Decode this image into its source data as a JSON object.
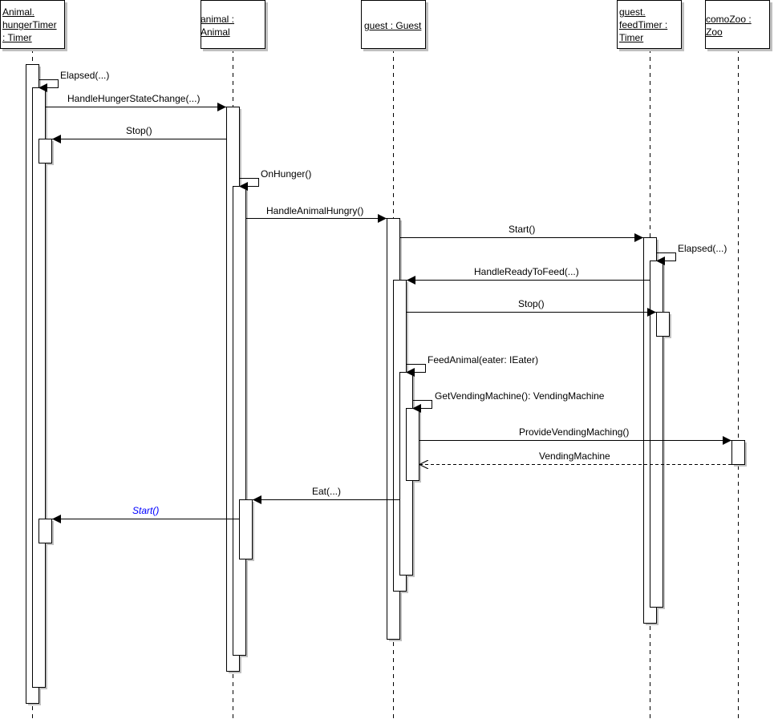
{
  "diagram": {
    "type": "UML sequence diagram",
    "colors": {
      "line": "#000000",
      "shadow": "#c0c0c0",
      "background": "#ffffff",
      "highlight_message": "#0000ff"
    },
    "lifelines": [
      {
        "id": "hungerTimer",
        "label": "Animal.\nhungerTimer\n: Timer"
      },
      {
        "id": "animal",
        "label": "animal :\nAnimal"
      },
      {
        "id": "guest",
        "label": "guest : Guest"
      },
      {
        "id": "feedTimer",
        "label": "guest.\nfeedTimer :\nTimer"
      },
      {
        "id": "comoZoo",
        "label": "comoZoo :\nZoo"
      }
    ],
    "messages": [
      {
        "from": "hungerTimer",
        "to": "hungerTimer",
        "label": "Elapsed(...)",
        "kind": "self"
      },
      {
        "from": "hungerTimer",
        "to": "animal",
        "label": "HandleHungerStateChange(...)",
        "kind": "sync"
      },
      {
        "from": "animal",
        "to": "hungerTimer",
        "label": "Stop()",
        "kind": "sync"
      },
      {
        "from": "animal",
        "to": "animal",
        "label": "OnHunger()",
        "kind": "self"
      },
      {
        "from": "animal",
        "to": "guest",
        "label": "HandleAnimalHungry()",
        "kind": "sync"
      },
      {
        "from": "guest",
        "to": "feedTimer",
        "label": "Start()",
        "kind": "sync"
      },
      {
        "from": "feedTimer",
        "to": "feedTimer",
        "label": "Elapsed(...)",
        "kind": "self"
      },
      {
        "from": "feedTimer",
        "to": "guest",
        "label": "HandleReadyToFeed(...)",
        "kind": "sync"
      },
      {
        "from": "guest",
        "to": "feedTimer",
        "label": "Stop()",
        "kind": "sync"
      },
      {
        "from": "guest",
        "to": "guest",
        "label": "FeedAnimal(eater: IEater)",
        "kind": "self"
      },
      {
        "from": "guest",
        "to": "guest",
        "label": "GetVendingMachine(): VendingMachine",
        "kind": "self"
      },
      {
        "from": "guest",
        "to": "comoZoo",
        "label": "ProvideVendingMaching()",
        "kind": "sync"
      },
      {
        "from": "comoZoo",
        "to": "guest",
        "label": "VendingMachine",
        "kind": "return"
      },
      {
        "from": "guest",
        "to": "animal",
        "label": "Eat(...)",
        "kind": "sync"
      },
      {
        "from": "animal",
        "to": "hungerTimer",
        "label": "Start()",
        "kind": "sync",
        "style": "italic-blue"
      }
    ]
  }
}
